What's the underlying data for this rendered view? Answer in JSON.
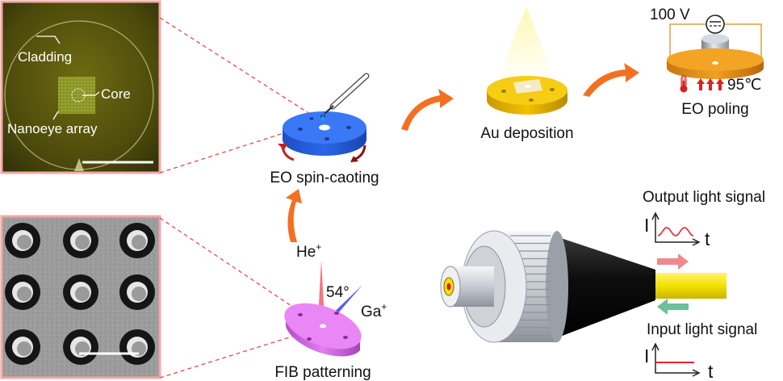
{
  "micrograph": {
    "cladding_label": "Cladding",
    "core_label": "Core",
    "nanoeye_label": "Nanoeye array"
  },
  "steps": {
    "spin_coating": "EO spin-caoting",
    "fib_patterning": "FIB patterning",
    "au_deposition": "Au deposition",
    "eo_poling": "EO poling"
  },
  "fib": {
    "he_ion": "He",
    "ga_ion": "Ga",
    "ion_charge": "+",
    "angle": "54°"
  },
  "poling": {
    "voltage": "100 V",
    "temperature": "95℃"
  },
  "signals": {
    "output_label": "Output light signal",
    "input_label": "Input light signal",
    "intensity_axis": "I",
    "time_axis": "t"
  },
  "colors": {
    "inset_border": "#f4a7a7",
    "dashed_connector": "#e64b4b",
    "process_arrow": "#f37021",
    "spin_disk": "#2a66e8",
    "fib_disk": "#e07ef0",
    "gold": "#f2c200",
    "fiber_core": "#f4e000",
    "output_arrow": "#f08a8a",
    "input_arrow": "#6fbf9a",
    "signal_line": "#e8252b"
  }
}
